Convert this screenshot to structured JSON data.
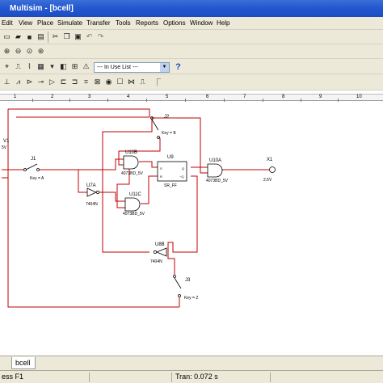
{
  "window": {
    "title": "Multisim - [bcell]"
  },
  "menu": [
    "Edit",
    "View",
    "Place",
    "Simulate",
    "Transfer",
    "Tools",
    "Reports",
    "Options",
    "Window",
    "Help"
  ],
  "toolbar": {
    "in_use_list": "--- In Use List ---",
    "help_symbol": "?"
  },
  "ruler": [
    "1",
    "2",
    "3",
    "4",
    "5",
    "6",
    "7",
    "8",
    "9",
    "10"
  ],
  "schematic": {
    "v1": {
      "ref": "V1",
      "value": "5V"
    },
    "j1": {
      "ref": "J1",
      "key": "Key = A"
    },
    "j2": {
      "ref": "J2",
      "key": "Key = B"
    },
    "j3": {
      "ref": "J3",
      "key": "Key = Z"
    },
    "u10b": {
      "ref": "U10B",
      "part": "4073BD_5V"
    },
    "u11c": {
      "ref": "U11C",
      "part": "4073BD_5V"
    },
    "u10a": {
      "ref": "U10A",
      "part": "4073BD_5V"
    },
    "u7a": {
      "ref": "U7A",
      "part": "7404N"
    },
    "u8b": {
      "ref": "U8B",
      "part": "7404N"
    },
    "u9": {
      "ref": "U9",
      "part": "SR_FF",
      "pin_s": "S",
      "pin_r": "R",
      "pin_q": "Q",
      "pin_qn": "~Q"
    },
    "x1": {
      "ref": "X1",
      "value": "2.5V"
    }
  },
  "tabs": {
    "active": "bcell"
  },
  "status": {
    "help": "ess F1",
    "tran": "Tran: 0.072 s"
  }
}
